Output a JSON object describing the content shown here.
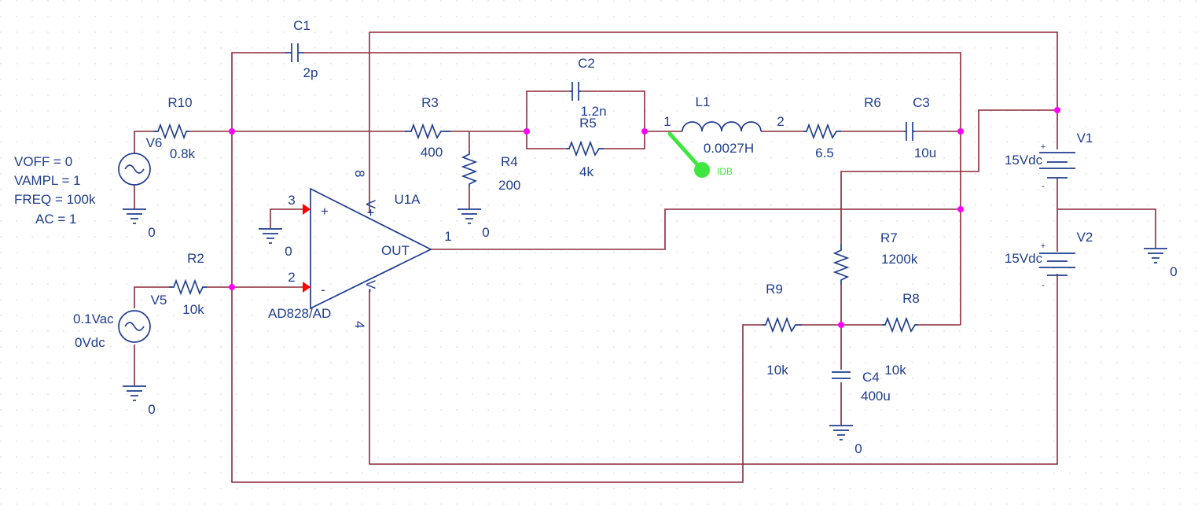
{
  "components": {
    "c1": {
      "ref": "C1",
      "value": "2p"
    },
    "c2": {
      "ref": "C2",
      "value": "1.2n"
    },
    "c3": {
      "ref": "C3",
      "value": "10u"
    },
    "c4": {
      "ref": "C4",
      "value": "400u"
    },
    "r2": {
      "ref": "R2",
      "value": "10k"
    },
    "r3": {
      "ref": "R3",
      "value": "400"
    },
    "r4": {
      "ref": "R4",
      "value": "200"
    },
    "r5": {
      "ref": "R5",
      "value": "4k"
    },
    "r6": {
      "ref": "R6",
      "value": "6.5"
    },
    "r7": {
      "ref": "R7",
      "value": "1200k"
    },
    "r8": {
      "ref": "R8",
      "value": "10k"
    },
    "r9": {
      "ref": "R9",
      "value": "10k"
    },
    "r10": {
      "ref": "R10",
      "value": "0.8k"
    },
    "l1": {
      "ref": "L1",
      "value": "0.0027H",
      "pin1": "1",
      "pin2": "2"
    },
    "v1": {
      "ref": "V1",
      "value": "15Vdc"
    },
    "v2": {
      "ref": "V2",
      "value": "15Vdc"
    },
    "v5": {
      "ref": "V5",
      "vac": "0.1Vac",
      "vdc": "0Vdc"
    },
    "v6": {
      "ref": "V6",
      "voff": "VOFF = 0",
      "vampl": "VAMPL = 1",
      "freq": "FREQ = 100k",
      "ac": "AC = 1"
    },
    "u1": {
      "ref": "U1A",
      "part": "AD828/AD",
      "pin3": "3",
      "pin2": "2",
      "pin8": "8",
      "pin4": "4",
      "pin1": "1",
      "plus": "+",
      "minus": "-",
      "out": "OUT",
      "vplus": "V+",
      "vminus": "V-"
    }
  },
  "grounds": {
    "label": "0"
  },
  "battery_signs": {
    "plus": "+",
    "minus": "-"
  },
  "probe": {
    "label": "IDB"
  }
}
